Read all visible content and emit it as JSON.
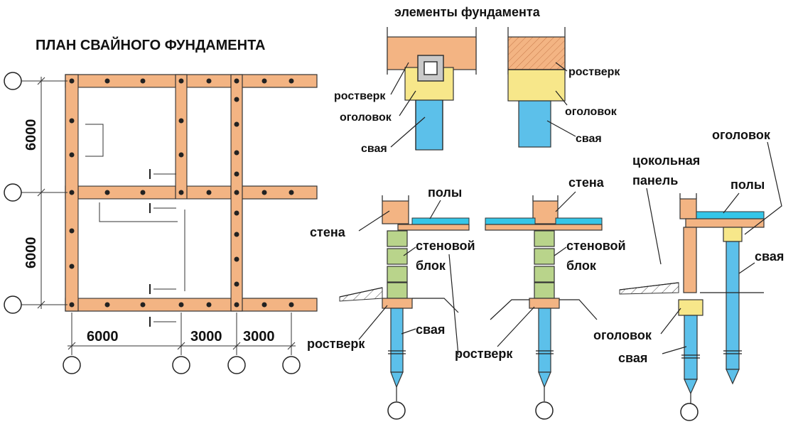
{
  "plan": {
    "title": "ПЛАН СВАЙНОГО ФУНДАМЕНТА",
    "dims_vertical": [
      "6000",
      "6000"
    ],
    "dims_horizontal": [
      "6000",
      "3000",
      "3000"
    ]
  },
  "elements": {
    "title": "элементы фундамента",
    "left_labels": {
      "rostverk": "ростверк",
      "ogolovok": "оголовок",
      "svaya": "свая"
    },
    "right_labels": {
      "rostverk": "ростверк",
      "ogolovok": "оголовок",
      "svaya": "свая"
    }
  },
  "section_outer": {
    "poly": "полы",
    "stena": "стена",
    "stenovoy": "стеновой",
    "blok": "блок",
    "rostverk": "ростверк",
    "svaya": "свая"
  },
  "section_inner": {
    "stena": "стена",
    "stenovoy": "стеновой",
    "blok": "блок",
    "rostverk": "ростверк"
  },
  "section_plinth": {
    "ogolovok_top": "оголовок",
    "tsokolnaya": "цокольная",
    "panel": "панель",
    "poly": "полы",
    "svaya": "свая",
    "ogolovok_bottom": "оголовок",
    "svaya_bottom": "свая"
  },
  "colors": {
    "rostverk": "#f3b483",
    "ogolovok": "#f7e78a",
    "svaya": "#5cc0ea",
    "stenovoy_blok": "#b9d48b",
    "poly": "#35c6e8"
  }
}
